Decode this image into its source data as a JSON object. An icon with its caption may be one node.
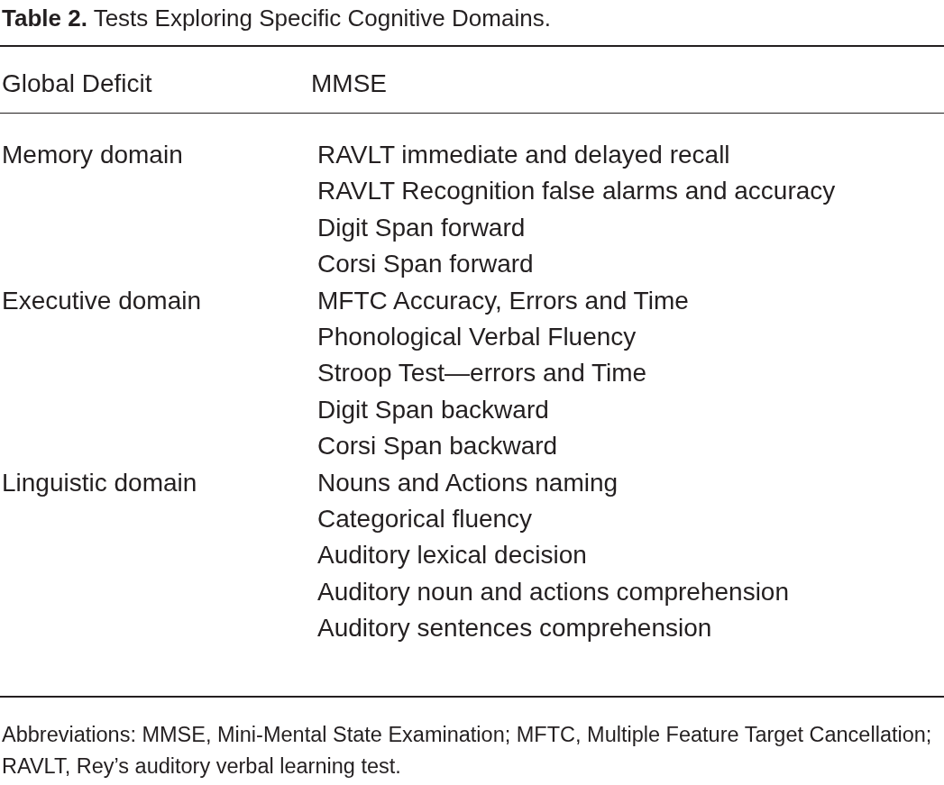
{
  "diagram": {
    "title": "**Table 2.** Tests Exploring Specific Cognitive Domains.",
    "caption": "Abbreviations: MMSE, Mini-Mental State Examination; MFTC, Multiple Feature Target Cancellation; RAVLT, Rey’s auditory verbal learning test.",
    "labels": [
      "Global Deficit",
      "MMSE",
      "Memory domain",
      "RAVLT immediate and delayed recall",
      "RAVLT Recognition false alarms and accuracy",
      "Digit Span forward",
      "Corsi Span forward",
      "Executive domain",
      "MFTC Accuracy, Errors and Time",
      "Phonological Verbal Fluency",
      "Stroop Test—errors and Time",
      "Digit Span backward",
      "Corsi Span backward",
      "Linguistic domain",
      "Nouns and Actions naming",
      "Categorical fluency",
      "Auditory lexical decision",
      "Auditory noun and actions comprehension",
      "Auditory sentences comprehension"
    ]
  }
}
